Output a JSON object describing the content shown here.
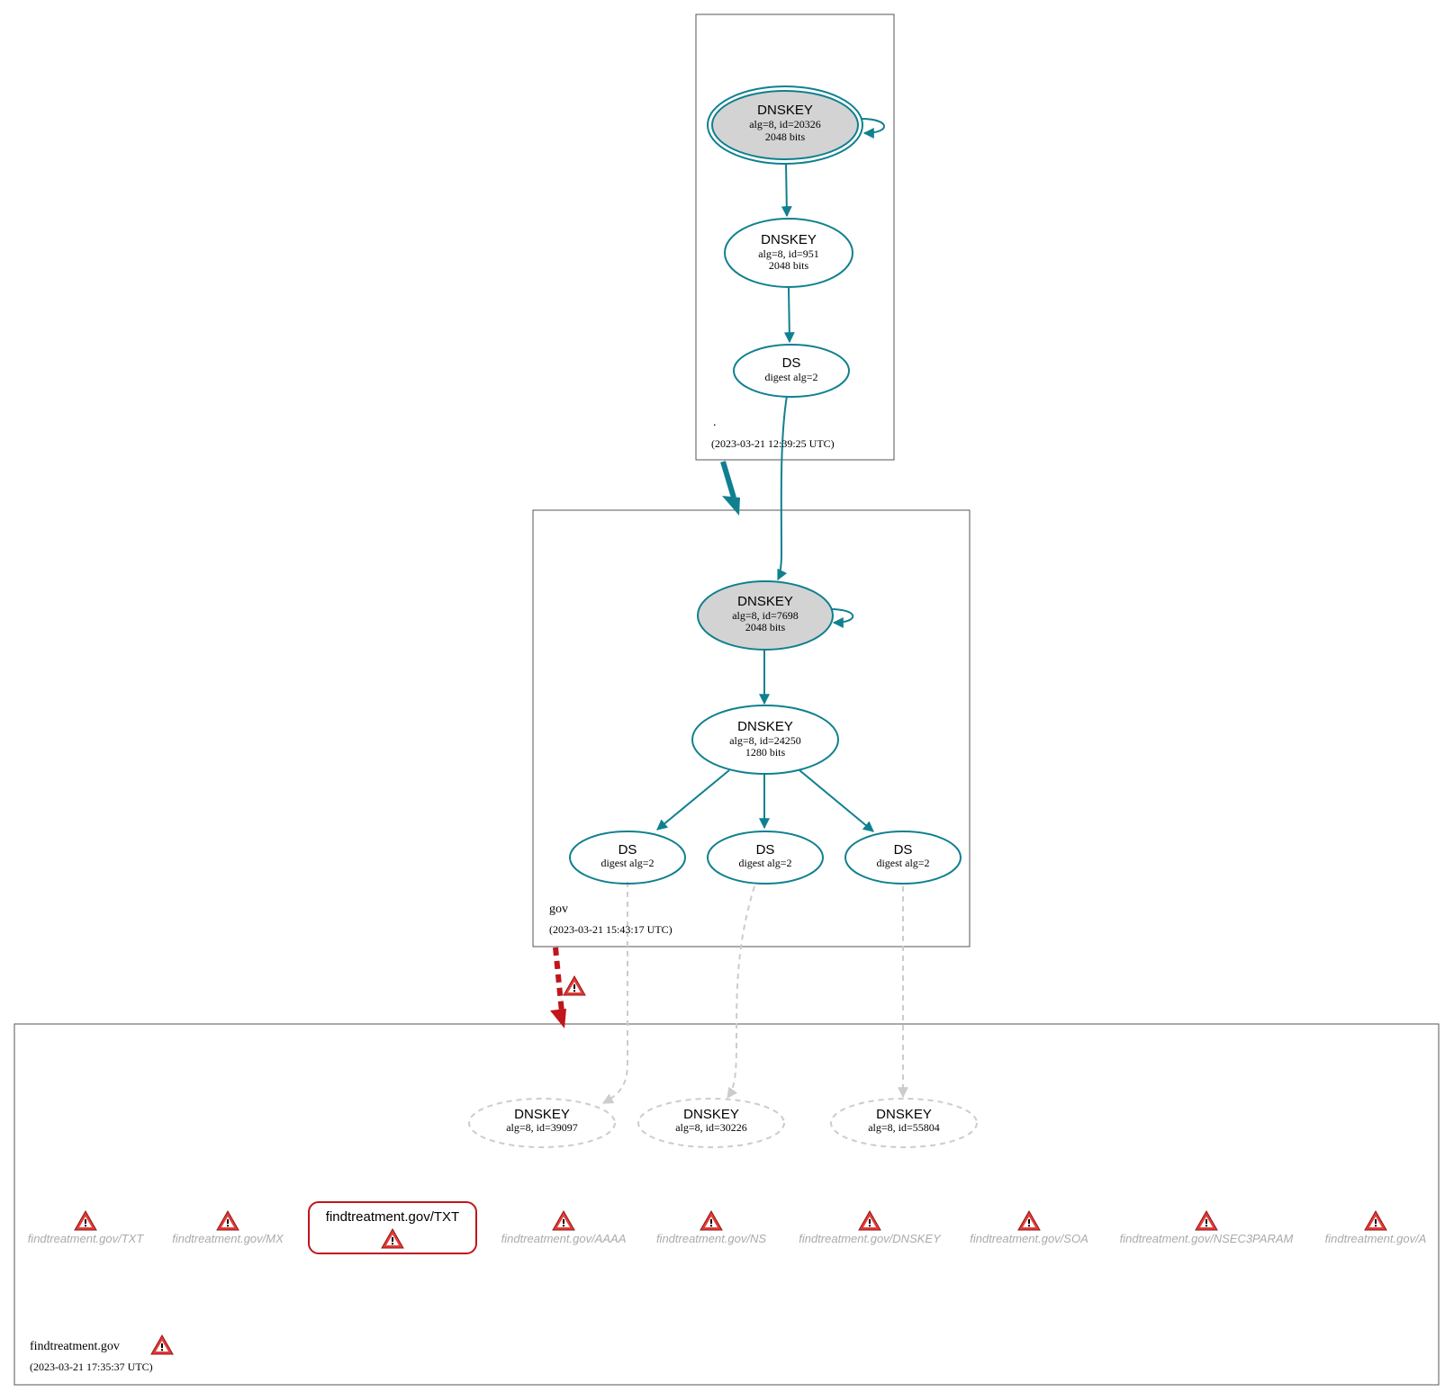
{
  "zones": {
    "root": {
      "name": ".",
      "timestamp": "(2023-03-21 12:39:25 UTC)"
    },
    "gov": {
      "name": "gov",
      "timestamp": "(2023-03-21 15:43:17 UTC)"
    },
    "findtreatment": {
      "name": "findtreatment.gov",
      "timestamp": "(2023-03-21 17:35:37 UTC)"
    }
  },
  "nodes": {
    "root_ksk": {
      "title": "DNSKEY",
      "line1": "alg=8, id=20326",
      "line2": "2048 bits"
    },
    "root_zsk": {
      "title": "DNSKEY",
      "line1": "alg=8, id=951",
      "line2": "2048 bits"
    },
    "root_ds": {
      "title": "DS",
      "line1": "digest alg=2"
    },
    "gov_ksk": {
      "title": "DNSKEY",
      "line1": "alg=8, id=7698",
      "line2": "2048 bits"
    },
    "gov_zsk": {
      "title": "DNSKEY",
      "line1": "alg=8, id=24250",
      "line2": "1280 bits"
    },
    "gov_ds1": {
      "title": "DS",
      "line1": "digest alg=2"
    },
    "gov_ds2": {
      "title": "DS",
      "line1": "digest alg=2"
    },
    "gov_ds3": {
      "title": "DS",
      "line1": "digest alg=2"
    },
    "ft_key1": {
      "title": "DNSKEY",
      "line1": "alg=8, id=39097"
    },
    "ft_key2": {
      "title": "DNSKEY",
      "line1": "alg=8, id=30226"
    },
    "ft_key3": {
      "title": "DNSKEY",
      "line1": "alg=8, id=55804"
    }
  },
  "rrsets": {
    "txt_warn": "findtreatment.gov/TXT",
    "mx": "findtreatment.gov/MX",
    "txt": "findtreatment.gov/TXT",
    "aaaa": "findtreatment.gov/AAAA",
    "ns": "findtreatment.gov/NS",
    "dnskey": "findtreatment.gov/DNSKEY",
    "soa": "findtreatment.gov/SOA",
    "nsec3param": "findtreatment.gov/NSEC3PARAM",
    "a": "findtreatment.gov/A"
  },
  "colors": {
    "secure": "#108090",
    "bogus": "#c0151b",
    "insecure": "#cccccc",
    "ksk_fill": "#d3d3d3"
  },
  "icons": {
    "warning": "warning-triangle-icon"
  }
}
